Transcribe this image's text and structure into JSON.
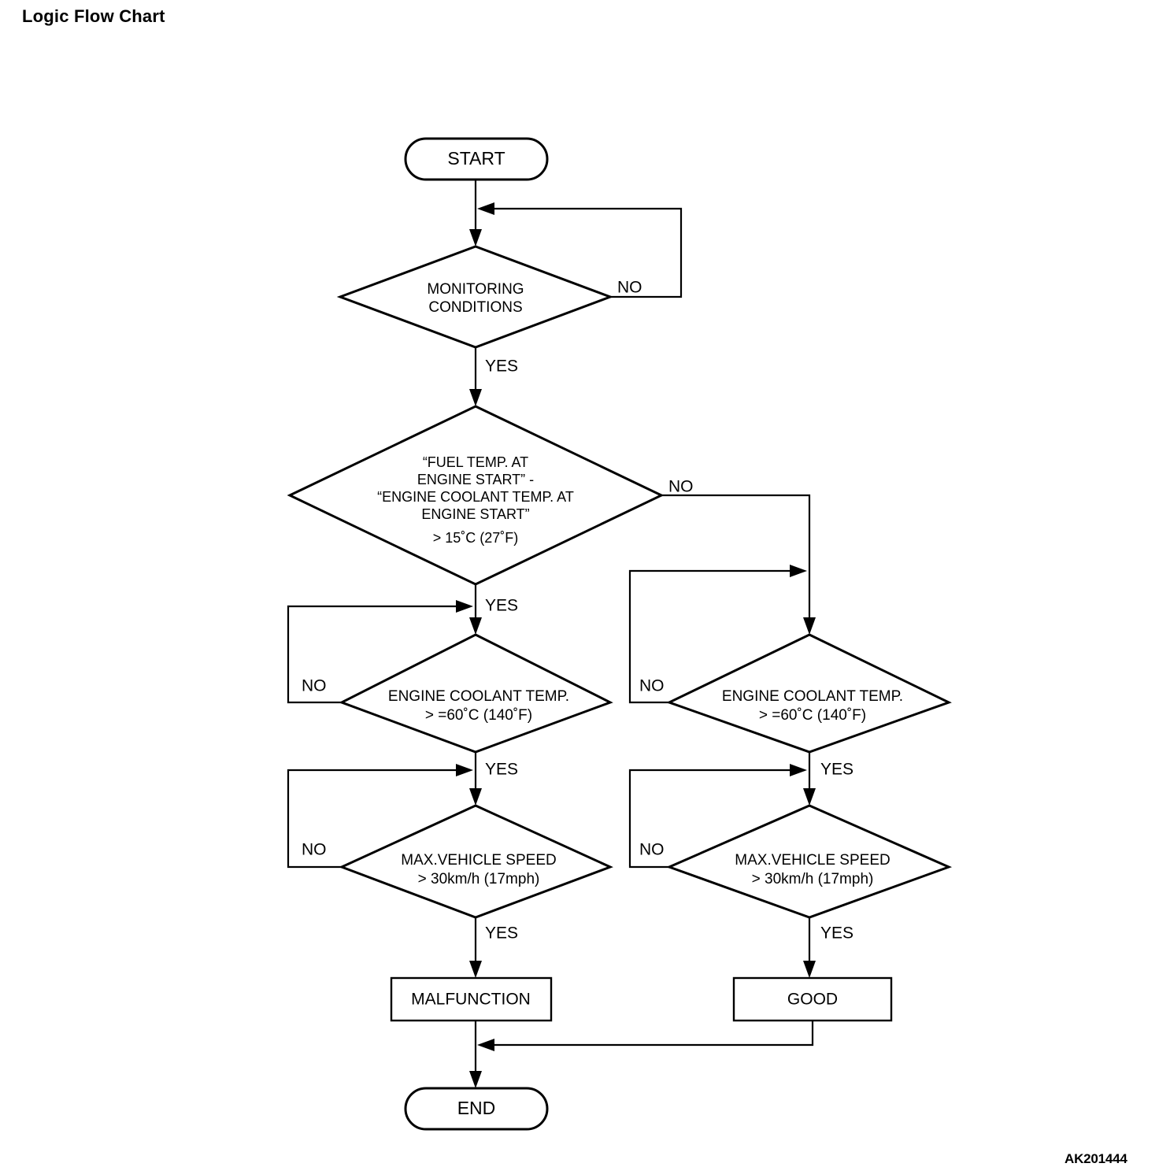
{
  "page": {
    "title": "Logic Flow Chart",
    "watermark": "AK201444",
    "background_color": "#ffffff",
    "line_color": "#000000"
  },
  "chart_data": {
    "type": "diagram",
    "diagram_kind": "flowchart",
    "title": "Logic Flow Chart",
    "nodes": [
      {
        "id": "start",
        "shape": "terminator",
        "label": "START"
      },
      {
        "id": "monitoring",
        "shape": "decision",
        "label": "MONITORING\nCONDITIONS",
        "lines": [
          "MONITORING",
          "CONDITIONS"
        ]
      },
      {
        "id": "fuel_temp",
        "shape": "decision",
        "lines": [
          "“FUEL TEMP. AT",
          "ENGINE START” -",
          "“ENGINE COOLANT TEMP. AT",
          "ENGINE START”",
          "> 15˚C (27˚F)"
        ]
      },
      {
        "id": "coolant_left",
        "shape": "decision",
        "lines": [
          "ENGINE COOLANT TEMP.",
          "> =60˚C (140˚F)"
        ]
      },
      {
        "id": "speed_left",
        "shape": "decision",
        "lines": [
          "MAX.VEHICLE SPEED",
          "> 30km/h (17mph)"
        ]
      },
      {
        "id": "coolant_right",
        "shape": "decision",
        "lines": [
          "ENGINE COOLANT TEMP.",
          "> =60˚C (140˚F)"
        ]
      },
      {
        "id": "speed_right",
        "shape": "decision",
        "lines": [
          "MAX.VEHICLE SPEED",
          "> 30km/h (17mph)"
        ]
      },
      {
        "id": "malfunction",
        "shape": "process",
        "label": "MALFUNCTION"
      },
      {
        "id": "good",
        "shape": "process",
        "label": "GOOD"
      },
      {
        "id": "end",
        "shape": "terminator",
        "label": "END"
      }
    ],
    "edges": [
      {
        "from": "start",
        "to": "monitoring",
        "label": ""
      },
      {
        "from": "monitoring",
        "to": "monitoring",
        "label": "NO"
      },
      {
        "from": "monitoring",
        "to": "fuel_temp",
        "label": "YES"
      },
      {
        "from": "fuel_temp",
        "to": "coolant_right",
        "label": "NO"
      },
      {
        "from": "fuel_temp",
        "to": "coolant_left",
        "label": "YES"
      },
      {
        "from": "coolant_left",
        "to": "coolant_left",
        "label": "NO"
      },
      {
        "from": "coolant_left",
        "to": "speed_left",
        "label": "YES"
      },
      {
        "from": "speed_left",
        "to": "speed_left",
        "label": "NO"
      },
      {
        "from": "speed_left",
        "to": "malfunction",
        "label": "YES"
      },
      {
        "from": "coolant_right",
        "to": "coolant_right",
        "label": "NO"
      },
      {
        "from": "coolant_right",
        "to": "speed_right",
        "label": "YES"
      },
      {
        "from": "speed_right",
        "to": "speed_right",
        "label": "NO"
      },
      {
        "from": "speed_right",
        "to": "good",
        "label": "YES"
      },
      {
        "from": "malfunction",
        "to": "end",
        "label": ""
      },
      {
        "from": "good",
        "to": "end",
        "label": ""
      }
    ]
  },
  "labels": {
    "start": "START",
    "end": "END",
    "malfunction": "MALFUNCTION",
    "good": "GOOD",
    "monitoring_l1": "MONITORING",
    "monitoring_l2": "CONDITIONS",
    "fuel_l1": "“FUEL TEMP. AT",
    "fuel_l2": "ENGINE START” -",
    "fuel_l3": "“ENGINE COOLANT TEMP. AT",
    "fuel_l4": "ENGINE START”",
    "fuel_l5": "> 15˚C (27˚F)",
    "coolant_l1": "ENGINE COOLANT TEMP.",
    "coolant_l2": "> =60˚C (140˚F)",
    "speed_l1": "MAX.VEHICLE SPEED",
    "speed_l2": "> 30km/h (17mph)",
    "yes": "YES",
    "no": "NO"
  }
}
